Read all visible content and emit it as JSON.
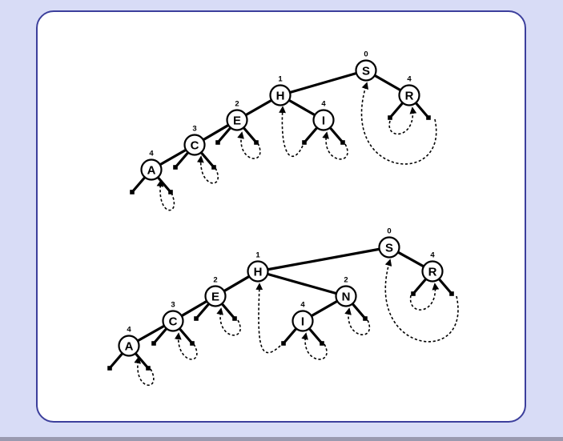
{
  "trees": [
    {
      "name": "tree-before-insert",
      "nodes": [
        {
          "id": "S",
          "letter": "S",
          "rank": "0"
        },
        {
          "id": "R",
          "letter": "R",
          "rank": "4"
        },
        {
          "id": "H",
          "letter": "H",
          "rank": "1"
        },
        {
          "id": "I",
          "letter": "I",
          "rank": "4"
        },
        {
          "id": "E",
          "letter": "E",
          "rank": "2"
        },
        {
          "id": "C",
          "letter": "C",
          "rank": "3"
        },
        {
          "id": "A",
          "letter": "A",
          "rank": "4"
        }
      ],
      "edges": [
        [
          "S",
          "H"
        ],
        [
          "S",
          "R"
        ],
        [
          "H",
          "E"
        ],
        [
          "H",
          "I"
        ],
        [
          "E",
          "C"
        ],
        [
          "C",
          "A"
        ]
      ]
    },
    {
      "name": "tree-after-insert",
      "nodes": [
        {
          "id": "S",
          "letter": "S",
          "rank": "0"
        },
        {
          "id": "R",
          "letter": "R",
          "rank": "4"
        },
        {
          "id": "H",
          "letter": "H",
          "rank": "1"
        },
        {
          "id": "N",
          "letter": "N",
          "rank": "2"
        },
        {
          "id": "I",
          "letter": "I",
          "rank": "4"
        },
        {
          "id": "E",
          "letter": "E",
          "rank": "2"
        },
        {
          "id": "C",
          "letter": "C",
          "rank": "3"
        },
        {
          "id": "A",
          "letter": "A",
          "rank": "4"
        }
      ],
      "edges": [
        [
          "S",
          "H"
        ],
        [
          "S",
          "R"
        ],
        [
          "H",
          "E"
        ],
        [
          "H",
          "N"
        ],
        [
          "N",
          "I"
        ],
        [
          "E",
          "C"
        ],
        [
          "C",
          "A"
        ]
      ]
    }
  ]
}
